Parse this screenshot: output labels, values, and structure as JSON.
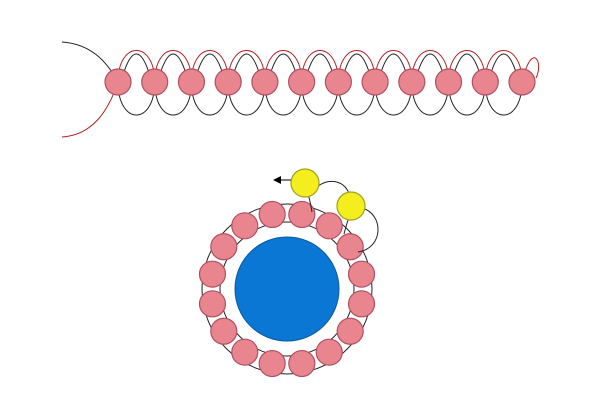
{
  "colors": {
    "background": "#ffffff",
    "bead_fill": "#e8858f",
    "bead_stroke": "#b05060",
    "thread_red": "#b02020",
    "thread_black": "#222222",
    "core_fill": "#0a77d4",
    "core_stroke": "#0a5aa0",
    "yellow_bead_fill": "#f4ee1e",
    "yellow_bead_stroke": "#a0a020",
    "arrow": "#000000"
  },
  "icons": {
    "direction_arrow": "arrow-left-icon"
  },
  "beadwork": {
    "chain_bead_count": 12,
    "ring_bead_count": 16,
    "accent_bead_count": 2
  }
}
